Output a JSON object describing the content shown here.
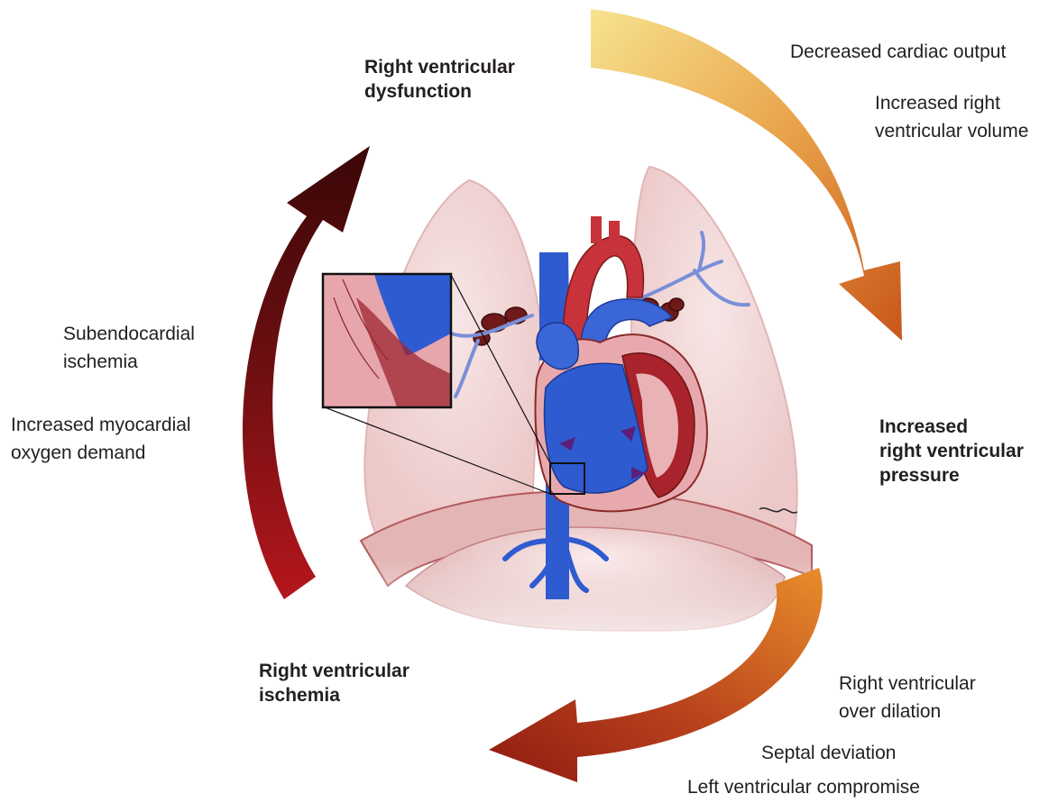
{
  "stages": {
    "rv_dysfunction": "Right ventricular\ndysfunction",
    "increased_rv_pressure": "Increased\nright ventricular\npressure",
    "rv_ischemia": "Right ventricular\nischemia"
  },
  "consequences": {
    "decreased_cardiac_output": "Decreased cardiac output",
    "increased_rv_volume": "Increased right\nventricular volume",
    "rv_over_dilation": "Right ventricular\nover dilation",
    "septal_deviation": "Septal deviation",
    "lv_compromise": "Left ventricular compromise",
    "subendocardial_ischemia": "Subendocardial\nischemia",
    "increased_myocardial_o2": "Increased myocardial\noxygen demand"
  },
  "colors": {
    "arrow_top_start": "#f7e38f",
    "arrow_top_end": "#c8561a",
    "arrow_bottom_start": "#e98d2b",
    "arrow_bottom_end": "#8f1a12",
    "arrow_left_start": "#3a0707",
    "arrow_left_end": "#b5161c",
    "blood_blue": "#2f5bd0",
    "muscle_red": "#b8323a",
    "lung_pink": "#f2dada"
  }
}
